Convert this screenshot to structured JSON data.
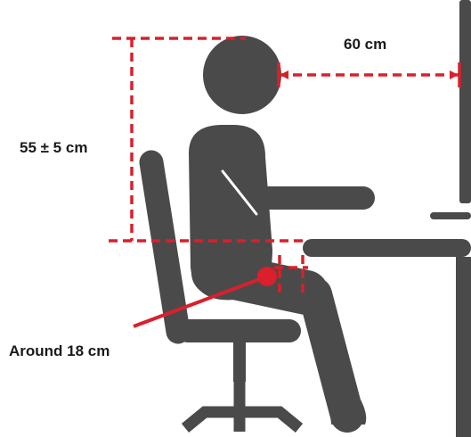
{
  "labels": {
    "viewing_distance": "60 cm",
    "eye_height": "55 ± 5 cm",
    "thigh_clearance": "Around 18 cm"
  },
  "colors": {
    "figure": "#4a4a4a",
    "dimension_line": "#d9202b",
    "text": "#1a1a1a",
    "background": "#ffffff"
  }
}
